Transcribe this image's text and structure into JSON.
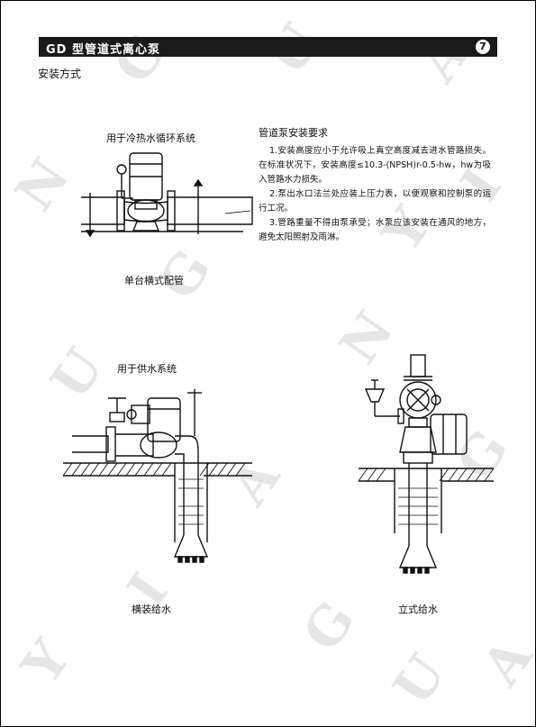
{
  "header": {
    "title": "GD 型管道式离心泵",
    "page_number": "7"
  },
  "section_title": "安装方式",
  "figures": {
    "fig1_caption_top": "用于冷热水循环系统",
    "fig1_caption_bottom": "单台横式配管",
    "fig2_caption_top": "用于供水系统",
    "fig2_caption_bottom": "横装给水",
    "fig3_caption_bottom": "立式给水"
  },
  "requirements": {
    "title": "管道泵安装要求",
    "items": [
      "1.安装高度应小于允许吸上真空高度减去进水管路损失。在标准状况下，安装高度≤10.3-(NPSH)r-0.5-hw，hw为吸入管路水力损失。",
      "2.泵出水口法兰处应装上压力表，以便观察和控制泵的运行工况。",
      "3.管路重量不得由泵承受；水泵应该安装在通风的地方，避免太阳照射及雨淋。"
    ]
  },
  "watermark": "GUANGYI"
}
